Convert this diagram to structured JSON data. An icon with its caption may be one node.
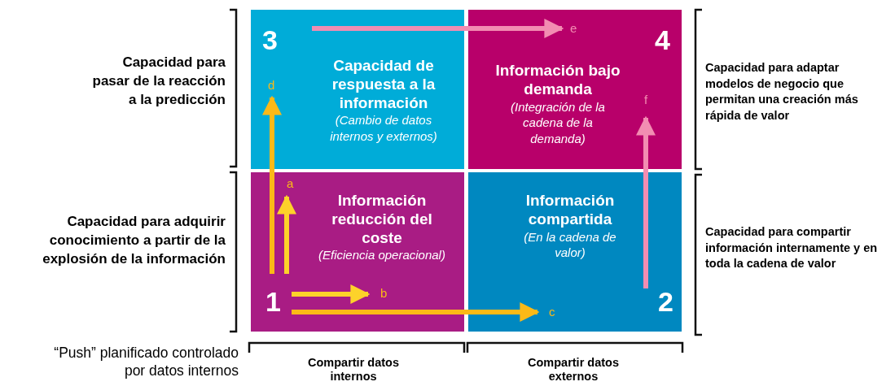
{
  "diagram": {
    "nodes": [
      {
        "text": [
          "3",
          "Capacidad de respuesta a la información",
          "(Cambio de datos internos y externos)"
        ]
      },
      {
        "text": [
          "4",
          "Información bajo demanda",
          "(Integración de la cadena de la demanda)"
        ]
      },
      {
        "text": [
          "1",
          "Información reducción del coste",
          "(Eficiencia operacional)"
        ]
      },
      {
        "text": [
          "2",
          "Información compartida",
          "(En la cadena de valor)"
        ]
      }
    ],
    "edges": [
      {
        "from": 0,
        "to": 1,
        "arrow": "to",
        "label": "e",
        "color": "#f28db2"
      },
      {
        "from": 2,
        "to": 0,
        "arrow": "to",
        "label": "d",
        "color": "#fbb917"
      },
      {
        "from": 3,
        "to": 1,
        "arrow": "to",
        "label": "f",
        "color": "#f28db2"
      },
      {
        "from": 2,
        "to": 3,
        "arrow": "to",
        "label": "c",
        "color": "#fbb917"
      }
    ],
    "labels": [
      "Capacidad para pasar de la reacción a la predicción",
      "Capacidad para adaptar modelos de negocio que permitan una creación más rápida de valor",
      "Capacidad para adquirir conocimiento a partir de la explosión de la información",
      "Capacidad para compartir información internamente y en toda la cadena de valor",
      "“Push” planificado controlado por datos internos",
      "Compartir datos internos",
      "Compartir datos externos",
      "a",
      "b"
    ]
  }
}
